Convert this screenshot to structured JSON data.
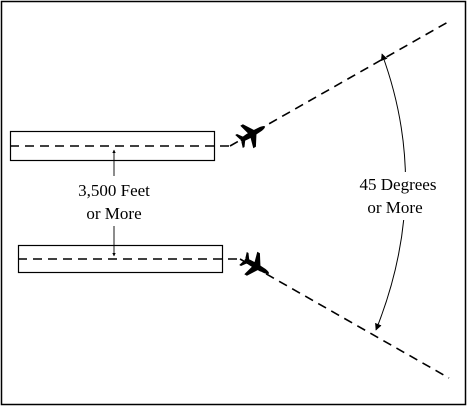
{
  "diagram": {
    "separation_label": {
      "line1": "3,500  Feet",
      "line2": "or More"
    },
    "angle_label": {
      "line1": "45  Degrees",
      "line2": "or  More"
    },
    "icons": {
      "upper_aircraft": "airplane-icon",
      "lower_aircraft": "airplane-icon"
    },
    "colors": {
      "ink": "#000000",
      "background": "#ffffff"
    }
  }
}
